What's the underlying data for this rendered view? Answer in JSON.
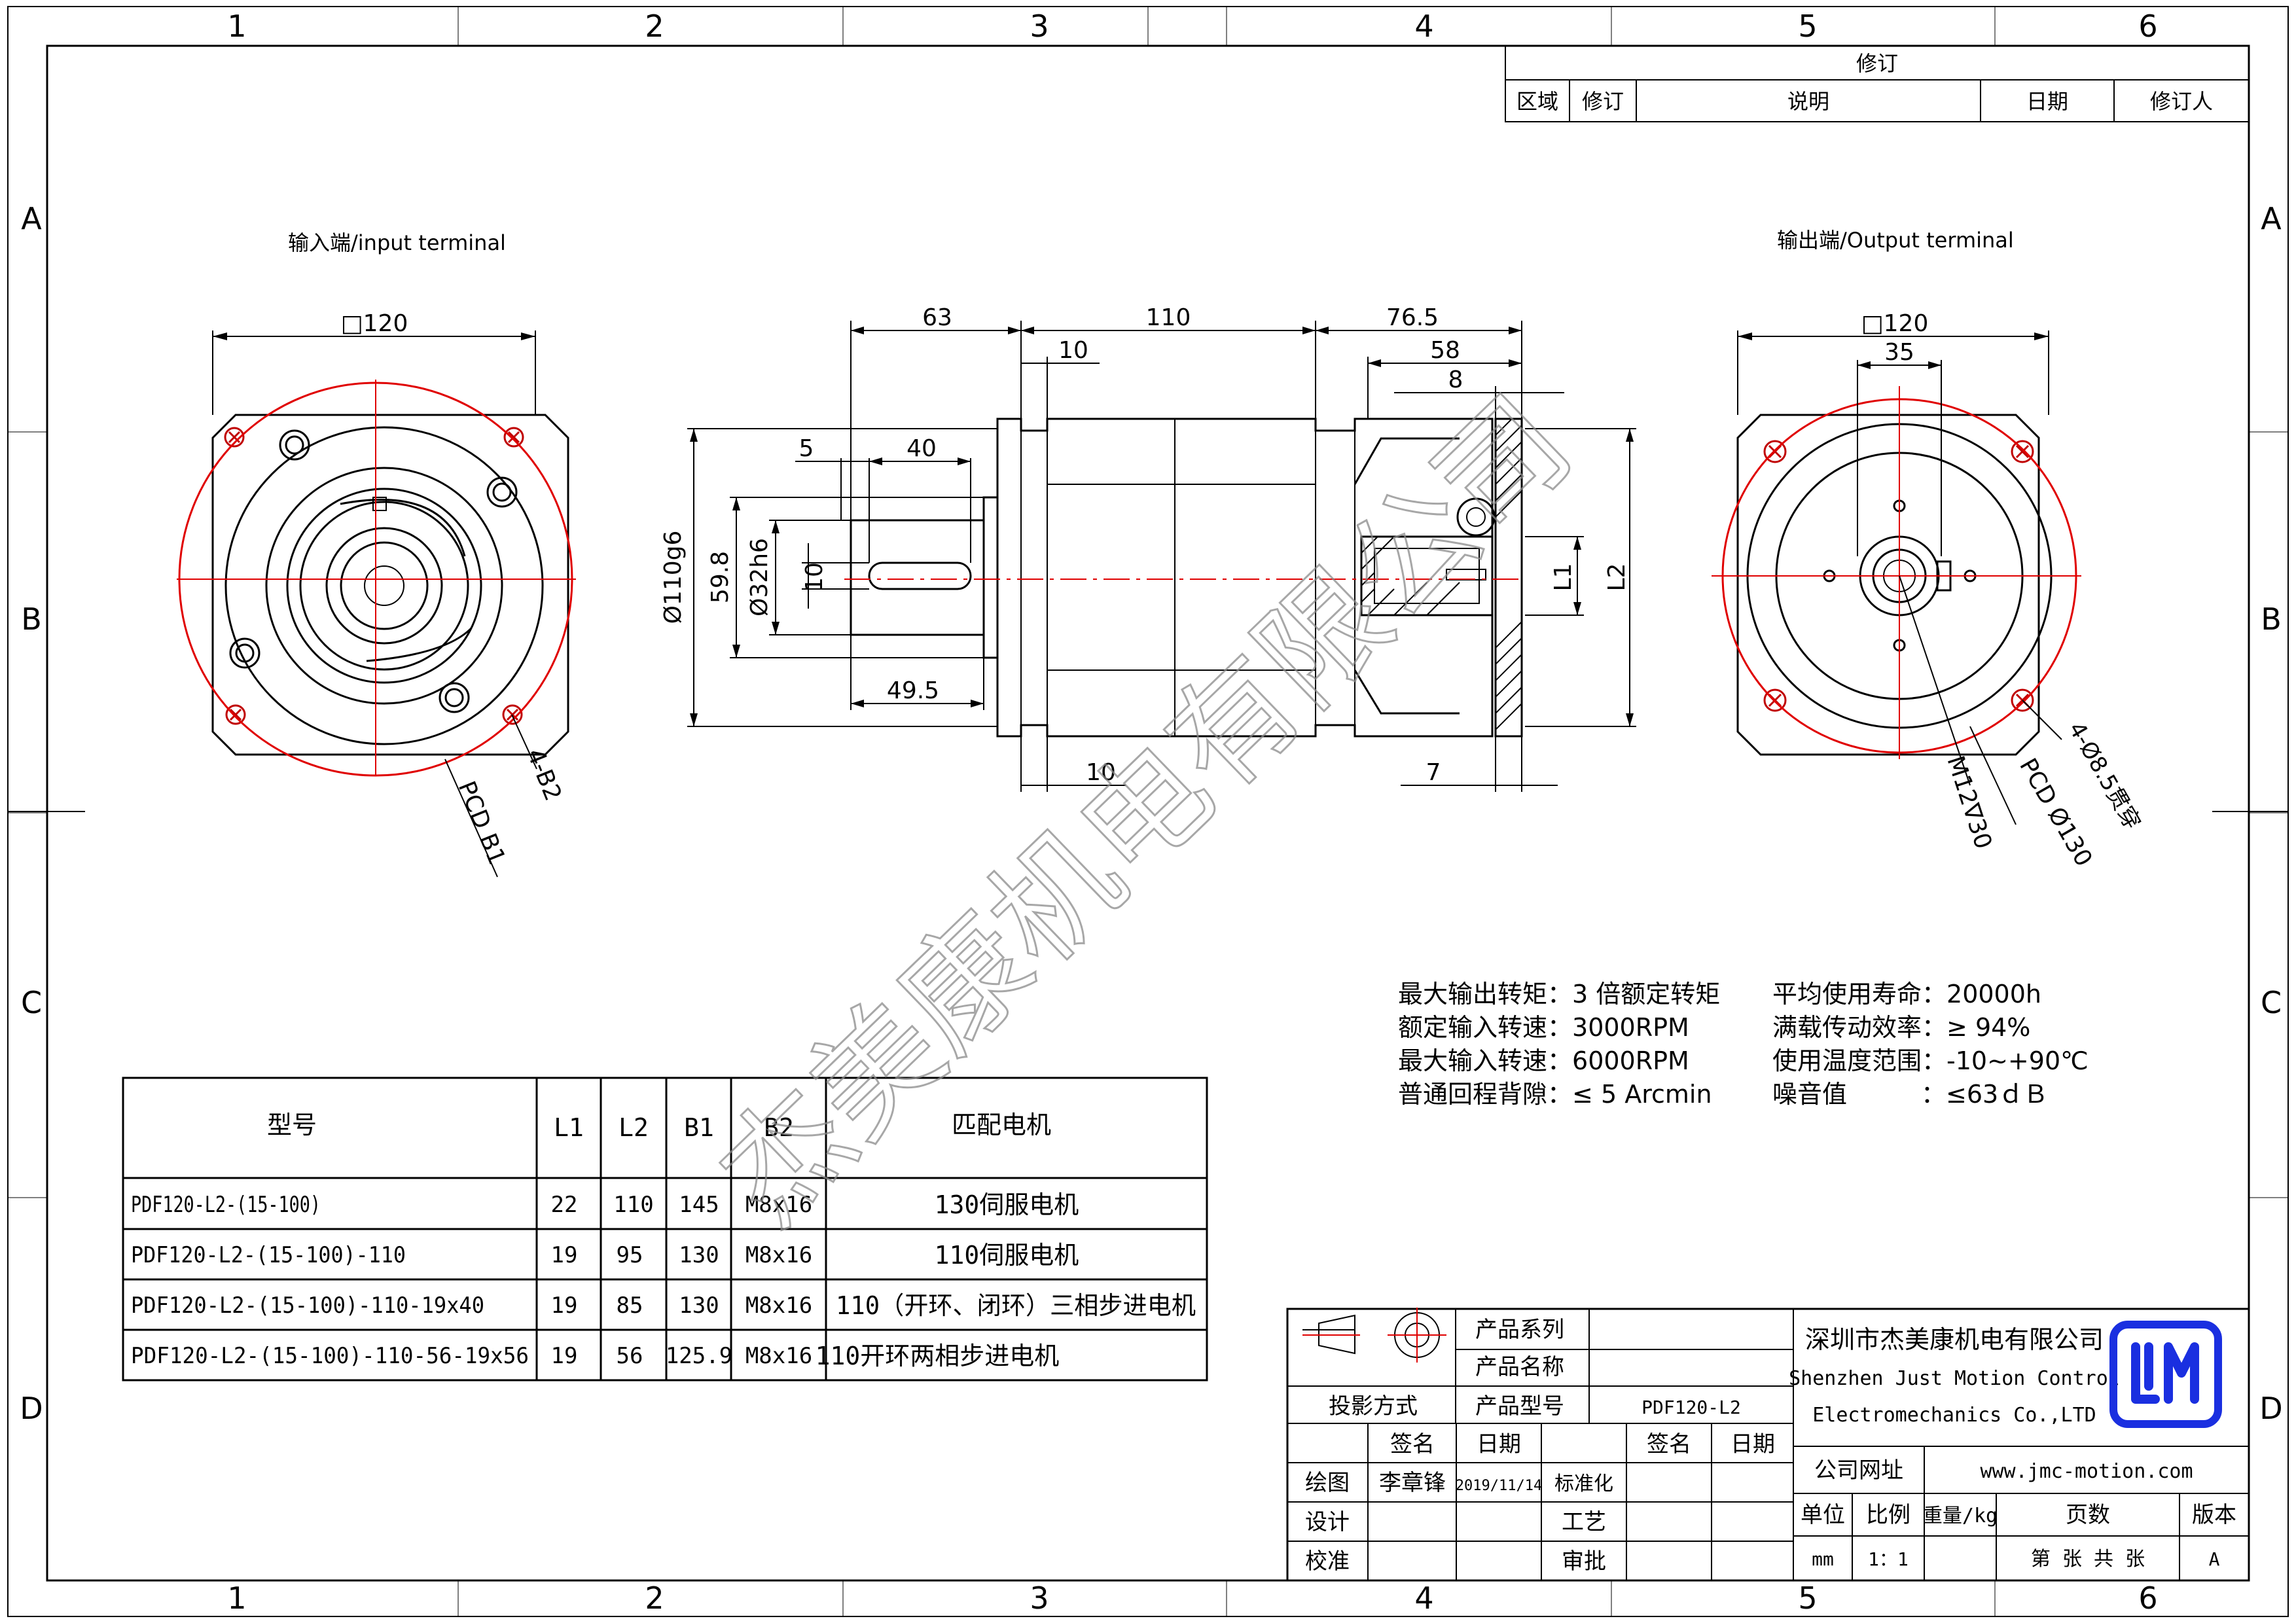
{
  "grid": {
    "columns": [
      "1",
      "2",
      "3",
      "4",
      "5",
      "6"
    ],
    "rows": [
      "A",
      "B",
      "C",
      "D"
    ]
  },
  "revision_table": {
    "title": "修订",
    "headers": [
      "区域",
      "修订",
      "说明",
      "日期",
      "修订人"
    ]
  },
  "views": {
    "input_title": "输入端/input terminal",
    "output_title": "输出端/Output terminal"
  },
  "input_view": {
    "square": "□120",
    "bolt_label": "4-B2",
    "pcd_label": "PCD B1"
  },
  "side_view": {
    "top_dims": [
      "63",
      "110",
      "76.5",
      "10",
      "58",
      "8"
    ],
    "shaft_dims": [
      "5",
      "40",
      "49.5"
    ],
    "left_dims": [
      "Ø110g6",
      "59.8",
      "Ø32h6",
      "10"
    ],
    "right_dims": [
      "L1",
      "L2"
    ],
    "bottom_dims": [
      "10",
      "7"
    ]
  },
  "output_view": {
    "square": "□120",
    "inner_dim": "35",
    "tapped_label": "M12∇30",
    "pcd_label": "PCD Ø130",
    "holes_label": "4-Ø8.5贯穿"
  },
  "specs": {
    "left": [
      {
        "label": "最大输出转矩",
        "value": "3 倍额定转矩"
      },
      {
        "label": "额定输入转速",
        "value": "3000RPM"
      },
      {
        "label": "最大输入转速",
        "value": "6000RPM"
      },
      {
        "label": "普通回程背隙",
        "value": "≤ 5 Arcmin"
      }
    ],
    "right": [
      {
        "label": "平均使用寿命",
        "value": "20000h"
      },
      {
        "label": "满载传动效率",
        "value": "≥   94%"
      },
      {
        "label": "使用温度范围",
        "value": "-10~+90℃"
      },
      {
        "label": "噪音值",
        "value": "≤63ｄＢ"
      }
    ]
  },
  "model_table": {
    "headers": [
      "型号",
      "L1",
      "L2",
      "B1",
      "B2",
      "匹配电机"
    ],
    "rows": [
      [
        "PDF120-L2-(15-100)",
        "22",
        "110",
        "145",
        "M8x16",
        "130伺服电机"
      ],
      [
        "PDF120-L2-(15-100)-110",
        "19",
        "95",
        "130",
        "M8x16",
        "110伺服电机"
      ],
      [
        "PDF120-L2-(15-100)-110-19x40",
        "19",
        "85",
        "130",
        "M8x16",
        "110（开环、闭环）三相步进电机"
      ],
      [
        "PDF120-L2-(15-100)-110-56-19x56",
        "19",
        "56",
        "125.9",
        "M8x16",
        "110开环两相步进电机"
      ]
    ]
  },
  "title_block": {
    "product_series": "产品系列",
    "product_name": "产品名称",
    "projection": "投影方式",
    "product_model_label": "产品型号",
    "product_model": "PDF120-L2",
    "sign": "签名",
    "date": "日期",
    "drawn_label": "绘图",
    "drawn_by": "李章锋",
    "drawn_date": "2019/11/14",
    "standard": "标准化",
    "design": "设计",
    "process": "工艺",
    "check": "校准",
    "approve": "审批",
    "company_cn": "深圳市杰美康机电有限公司",
    "company_en_1": "Shenzhen Just Motion Control",
    "company_en_2": "Electromechanics Co.,LTD",
    "website_label": "公司网址",
    "website": "www.jmc-motion.com",
    "unit_label": "单位",
    "unit": "mm",
    "scale_label": "比例",
    "scale": "1：1",
    "weight_label": "重量/kg",
    "pages_label": "页数",
    "pages": "第 张 共 张",
    "version_label": "版本",
    "version": "A",
    "logo_color": "#1a2fe0"
  },
  "watermark": "杰美康机电有限公司"
}
